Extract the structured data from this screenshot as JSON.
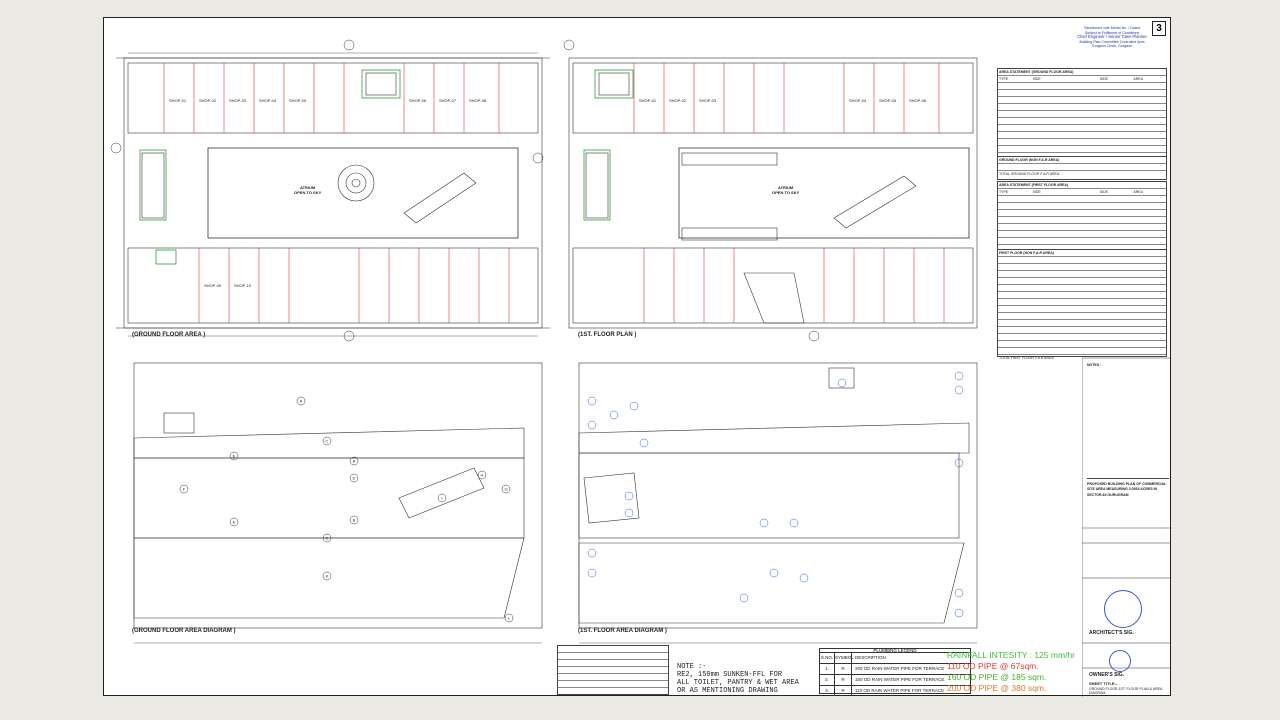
{
  "sheet": {
    "number": "3"
  },
  "approval": {
    "lines": [
      "Sanctioned vide Memo No. / Dated",
      "Subject to Fulfilment of Conditions",
      "Chief Engineer / Senior Town Planner",
      "Building Plan Committee Controlled Area",
      "Gurgaon Circle, Gurgaon"
    ]
  },
  "drawings": {
    "ground_floor_area": "(GROUND FLOOR AREA )",
    "first_floor_plan": "(1ST. FLOOR PLAN )",
    "ground_floor_area_diagram": "(GROUND FLOOR AREA DIAGRAM )",
    "first_floor_area_diagram": "(1ST. FLOOR AREA DIAGRAM )",
    "atrium": "ATRIUM",
    "open_to_sky": "OPEN TO SKY",
    "shop_labels": [
      "SHOP-01",
      "SHOP-02",
      "SHOP-03",
      "SHOP-04",
      "SHOP-05",
      "SHOP-06",
      "SHOP-07",
      "SHOP-08",
      "SHOP-09",
      "SHOP-10"
    ],
    "area_letters": [
      "A",
      "B",
      "C",
      "D",
      "E",
      "F",
      "G",
      "H",
      "I",
      "J",
      "K",
      "L"
    ]
  },
  "area_tables": {
    "gf_title": "AREA STATEMENT (GROUND FLOOR AREA)",
    "gf_far_title": "GROUND FLOOR (NON F.A.R AREA)",
    "ff_title": "AREA STATEMENT (FIRST FLOOR AREA)",
    "ff_far_title": "FIRST FLOOR (NON F.A.R AREA)",
    "total_gf": "TOTAL GROUND FLOOR F.A.R AREA",
    "total_ff": "TOTAL FIRST FLOOR F.A.R AREA",
    "columns": [
      "TYPE",
      "SIDE",
      "",
      "SIDE",
      "AREA"
    ]
  },
  "notes": {
    "heading": "NOTES :",
    "block_text": "PROPOSED BUILDING PLAN OF COMMERCIAL SITE AREA MEASURING 3.0525 ACRES IN SECTOR-64 GURUGRAM"
  },
  "rainfall": {
    "intensity": "RAINFALL INTESITY : 125 mm/hr",
    "line_110": "110 OD PIPE @ 67sqm.",
    "line_160": "160 OD PIPE @ 185 sqm.",
    "line_200": "200 OD PIPE @ 380 sqm.",
    "color_intensity": "#3fbf3f",
    "color_110": "#e03b2a",
    "color_160": "#4caf2a",
    "color_200": "#e07a2a"
  },
  "plumbing_legend": {
    "title": "PLUMBING LEGEND",
    "headers": [
      "S.NO.",
      "SYMBOL",
      "DESCRIPTION"
    ],
    "rows": [
      {
        "no": "1.",
        "symbol": "R",
        "desc": "200 OD RAIN WATER PIPE FOR TERRACE"
      },
      {
        "no": "2.",
        "symbol": "R",
        "desc": "160 OD RAIN WATER PIPE FOR TERRACE"
      },
      {
        "no": "3.",
        "symbol": "R",
        "desc": "110 OD RAIN WATER PIPE FOR TERRACE"
      }
    ]
  },
  "drawing_note": {
    "head": "NOTE :-",
    "line1": "RE2, 150mm SUNKEN-FFL FOR",
    "line2": "ALL TOILET, PANTRY & WET AREA",
    "line3": "OR AS MENTIONING DRAWING"
  },
  "titleblock": {
    "architect_sig": "ARCHITECT'S SIG.",
    "owner_sig": "OWNER'S SIG.",
    "sheet_title_label": "SHEET TITLE:-",
    "sheet_title": "GROUND FLOOR,1ST. FLOOR PLAN & AREA DIAGRAM"
  }
}
